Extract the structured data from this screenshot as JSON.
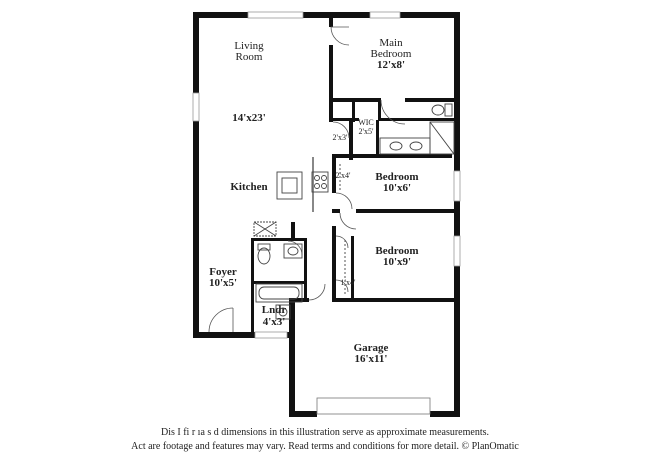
{
  "rooms": {
    "living_name_1": "Living",
    "living_name_2": "Room",
    "living_dims": "14'x23'",
    "main_bed_name_1": "Main",
    "main_bed_name_2": "Bedroom",
    "main_bed_dims": "12'x8'",
    "wic_name": "WIC",
    "wic_dims": "2'x5'",
    "closet_a_dims": "2'x3'",
    "closet_b_dims": "2'x4'",
    "closet_c_dims": "1'x4'",
    "kitchen_name": "Kitchen",
    "bed2_name": "Bedroom",
    "bed2_dims": "10'x6'",
    "bed3_name": "Bedroom",
    "bed3_dims": "10'x9'",
    "foyer_name": "Foyer",
    "foyer_dims": "10'x5'",
    "laundry_name": "Lndr",
    "laundry_dims": "4'x3'",
    "garage_name": "Garage",
    "garage_dims": "16'x11'"
  },
  "disclaimer": {
    "line1": "Dis      I  fi   r  ıa   s   d dimensions in this illustration serve as approximate measurements.",
    "line2": "Act      are footage and features may vary. Read terms and conditions for more detail. © PlanOmatic"
  },
  "colors": {
    "wall": "#111111",
    "window": "#cfcfcf",
    "fixture": "#444444"
  }
}
